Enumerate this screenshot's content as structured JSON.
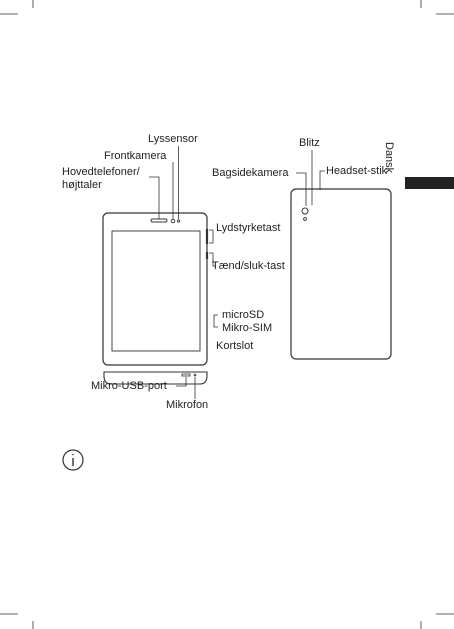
{
  "language_tab": {
    "label": "Dansk",
    "color": "#222222"
  },
  "front": {
    "labels": {
      "light_sensor": "Lyssensor",
      "front_camera": "Frontkamera",
      "earpiece_line1": "Hovedtelefoner/",
      "earpiece_line2": "højttaler",
      "volume_key": "Lydstyrketast",
      "power_key": "Tænd/sluk-tast",
      "microsd": "microSD",
      "micro_sim": "Mikro-SIM",
      "card_slot": "Kortslot",
      "micro_usb": "Mikro-USB-port",
      "microphone": "Mikrofon"
    }
  },
  "back": {
    "labels": {
      "flash": "Blitz",
      "rear_camera": "Bagsidekamera",
      "headset_jack": "Headset-stik"
    }
  },
  "icons": {
    "info": "info-circle-icon"
  }
}
